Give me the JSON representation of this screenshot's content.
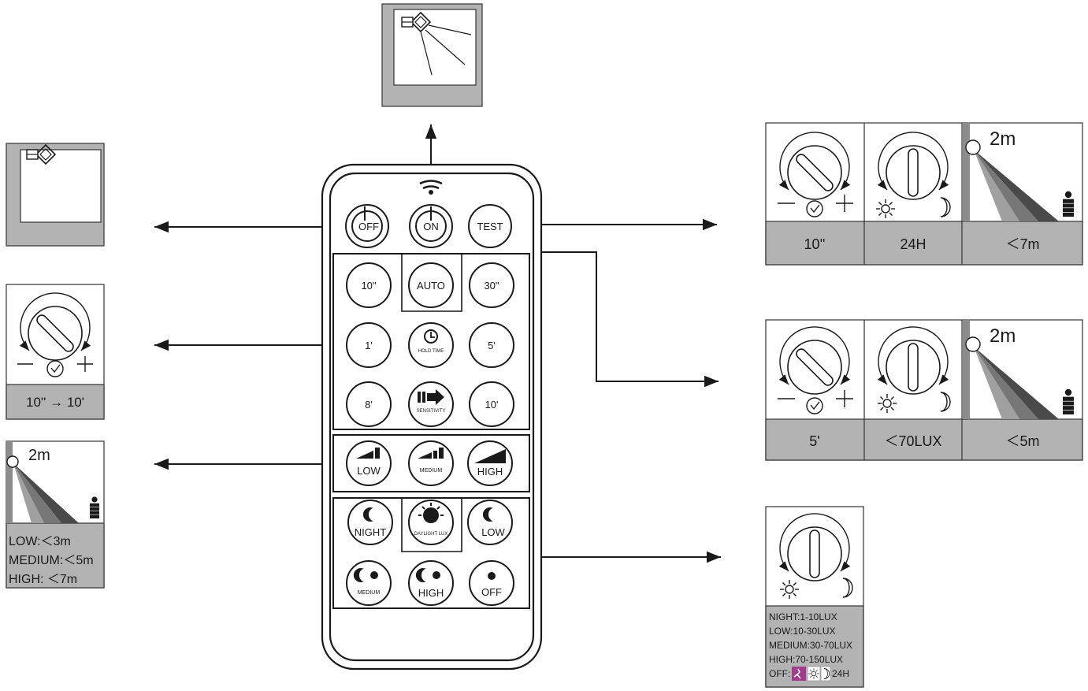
{
  "remote": {
    "buttons": {
      "off": "OFF",
      "on": "ON",
      "test": "TEST",
      "t10s": "10\"",
      "auto": "AUTO",
      "t30s": "30\"",
      "t1m": "1'",
      "hold_time": "HOLD TIME",
      "t5m": "5'",
      "t8m": "8'",
      "sensitivity": "SENSITIVITY",
      "t10m": "10'",
      "sens_low": "LOW",
      "sens_medium": "MEDIUM",
      "sens_high": "HIGH",
      "night": "NIGHT",
      "daylight_lux": "DAYLIGHT LUX",
      "lux_low": "LOW",
      "lux_medium": "MEDIUM",
      "lux_high": "HIGH",
      "lux_off": "OFF"
    }
  },
  "panels": {
    "time": {
      "value": "10'' → 10'"
    },
    "range": {
      "height": "2m",
      "low": "LOW:＜3m",
      "medium": "MEDIUM:＜5m",
      "high": "HIGH:  ＜7m"
    },
    "test": {
      "time": "10''",
      "lux": "24H",
      "range": "＜7m",
      "height": "2m"
    },
    "auto": {
      "time": "5'",
      "lux": "＜70LUX",
      "range": "＜5m",
      "height": "2m"
    },
    "lux": {
      "night": "NIGHT:1-10LUX",
      "low": "LOW:10-30LUX",
      "medium": "MEDIUM:30-70LUX",
      "high": "HIGH:70-150LUX",
      "off_prefix": "OFF:",
      "off_suffix": "24H"
    }
  },
  "colors": {
    "panel_gray": "#b3b3b3",
    "beam_1": "#4a4a4a",
    "beam_2": "#777777",
    "beam_3": "#a0a0a0",
    "off_icon": "#a23c8c"
  }
}
